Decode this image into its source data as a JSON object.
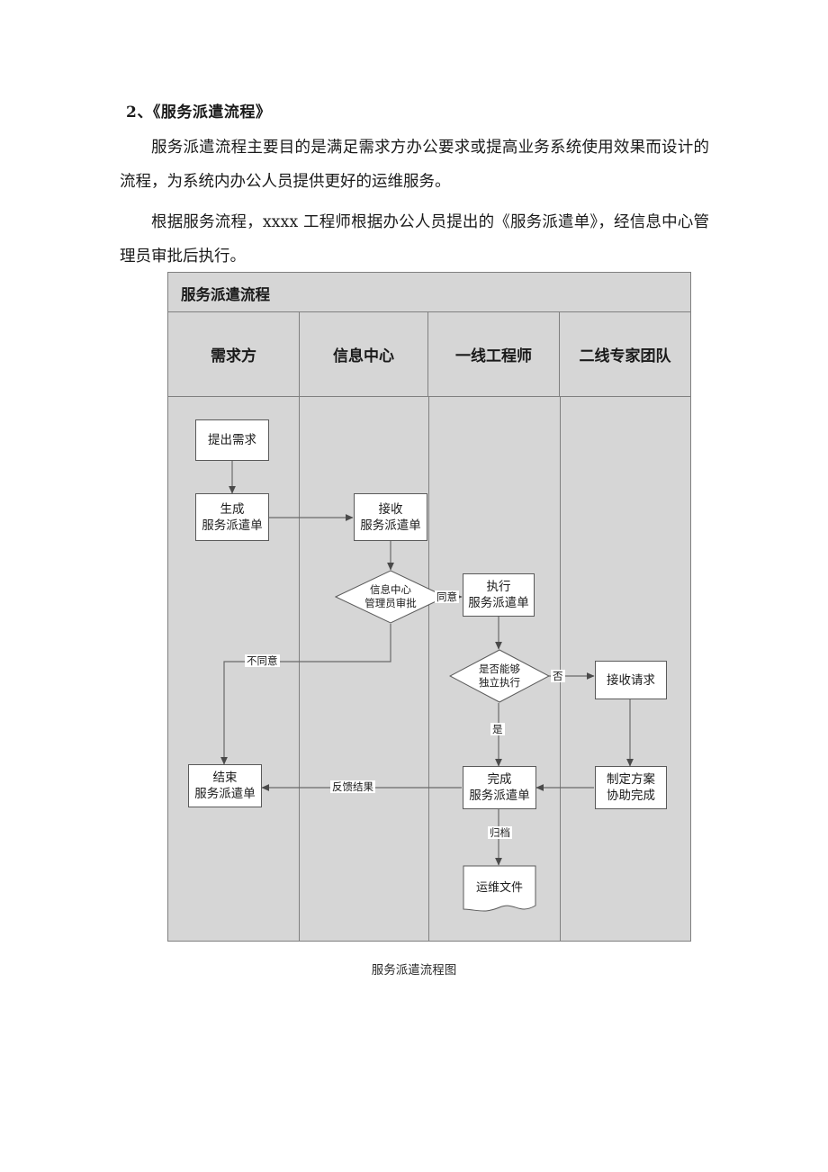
{
  "document": {
    "heading": "2、《服务派遣流程》",
    "paragraph_1": "服务派遣流程主要目的是满足需求方办公要求或提高业务系统使用效果而设计的流程，为系统内办公人员提供更好的运维服务。",
    "paragraph_2": "根据服务流程，xxxx 工程师根据办公人员提出的《服务派遣单》，经信息中心管理员审批后执行。",
    "figure_caption": "服务派遣流程图"
  },
  "flowchart": {
    "title": "服务派遣流程",
    "lanes": [
      {
        "label": "需求方"
      },
      {
        "label": "信息中心"
      },
      {
        "label": "一线工程师"
      },
      {
        "label": "二线专家团队"
      }
    ],
    "nodes": [
      {
        "id": "submit-request",
        "type": "process",
        "lane": 0,
        "line1": "提出需求",
        "line2": ""
      },
      {
        "id": "generate-order",
        "type": "process",
        "lane": 0,
        "line1": "生成",
        "line2": "服务派遣单"
      },
      {
        "id": "receive-order",
        "type": "process",
        "lane": 1,
        "line1": "接收",
        "line2": "服务派遣单"
      },
      {
        "id": "admin-approval",
        "type": "decision",
        "lane": 1,
        "line1": "信息中心",
        "line2": "管理员审批"
      },
      {
        "id": "execute-order",
        "type": "process",
        "lane": 2,
        "line1": "执行",
        "line2": "服务派遣单"
      },
      {
        "id": "can-execute-alone",
        "type": "decision",
        "lane": 2,
        "line1": "是否能够",
        "line2": "独立执行"
      },
      {
        "id": "receive-request",
        "type": "process",
        "lane": 3,
        "line1": "接收请求",
        "line2": ""
      },
      {
        "id": "make-plan-assist",
        "type": "process",
        "lane": 3,
        "line1": "制定方案",
        "line2": "协助完成"
      },
      {
        "id": "complete-order",
        "type": "process",
        "lane": 2,
        "line1": "完成",
        "line2": "服务派遣单"
      },
      {
        "id": "end-order",
        "type": "process",
        "lane": 0,
        "line1": "结束",
        "line2": "服务派遣单"
      },
      {
        "id": "ops-document",
        "type": "document",
        "lane": 2,
        "line1": "运维文件",
        "line2": ""
      }
    ],
    "edge_labels": {
      "agree": "同意",
      "disagree": "不同意",
      "no": "否",
      "yes": "是",
      "feedback_result": "反馈结果",
      "archive": "归档"
    },
    "colors": {
      "lane_background": "#d6d6d6",
      "node_fill": "#ffffff",
      "border": "#808080",
      "node_border": "#5a5a5a",
      "connector": "#5a5a5a"
    }
  }
}
